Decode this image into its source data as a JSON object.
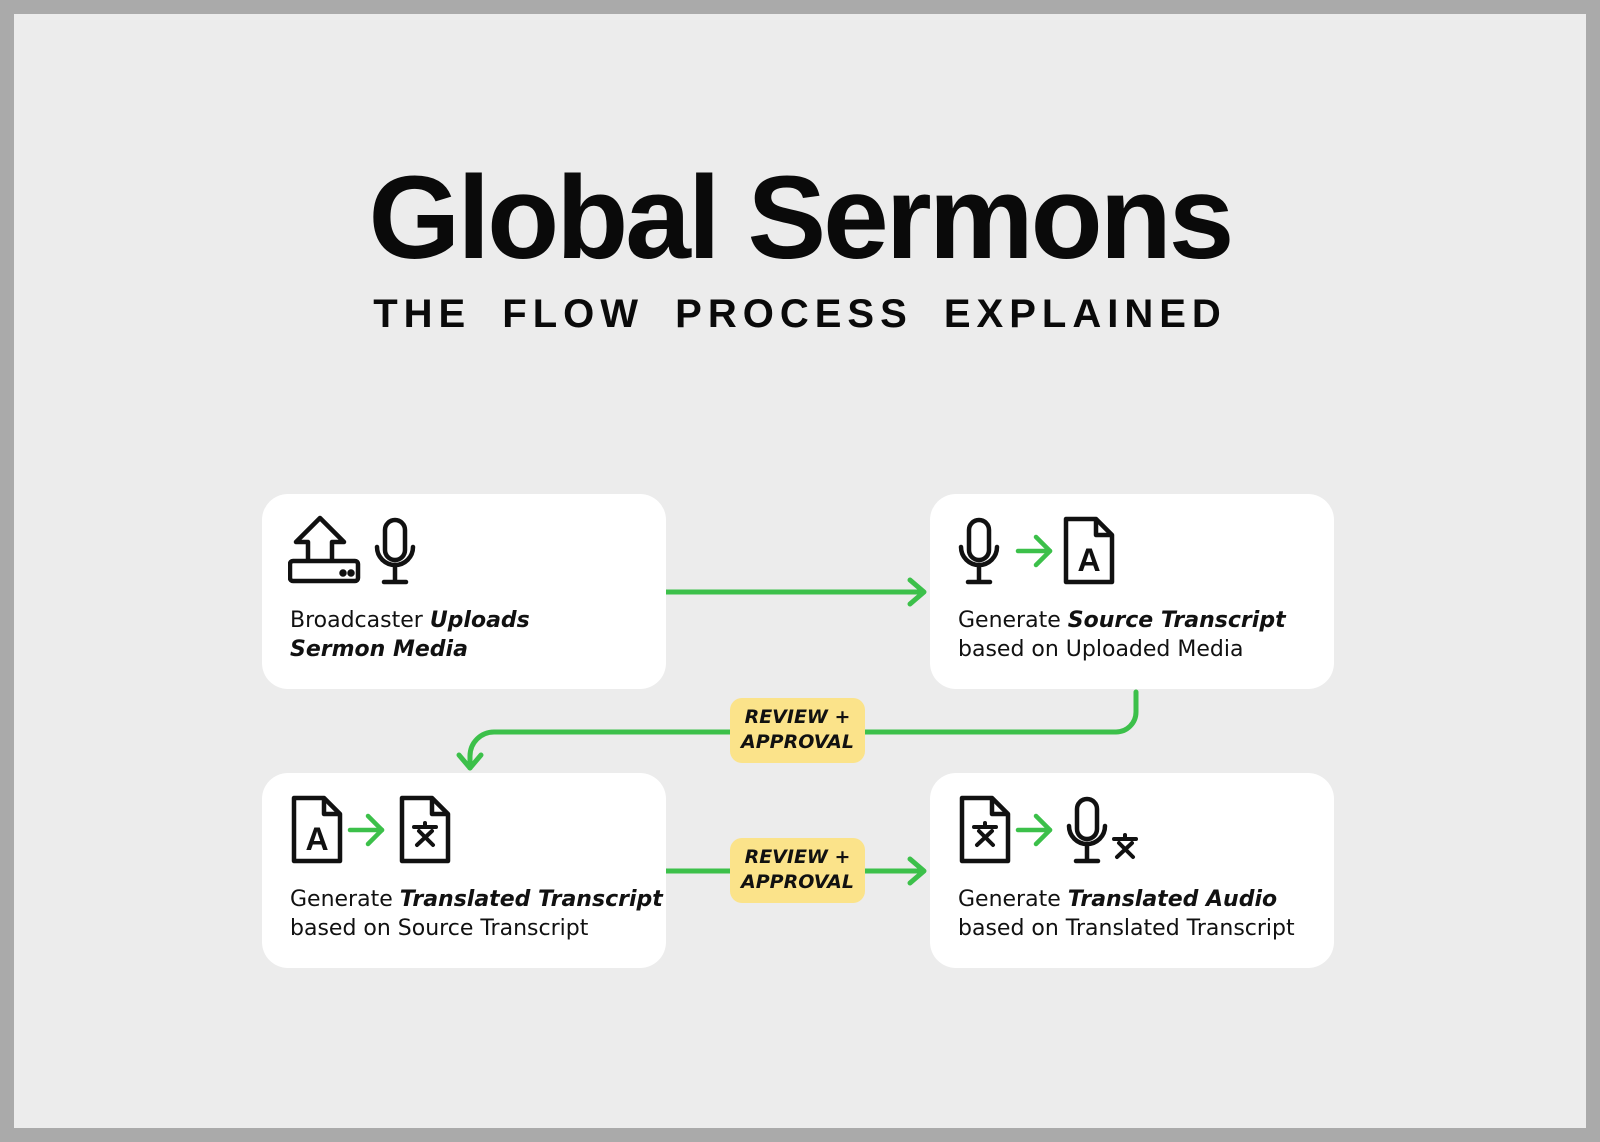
{
  "title": "Global Sermons",
  "subtitle": "THE FLOW PROCESS EXPLAINED",
  "colors": {
    "arrow": "#3cc04a",
    "badge": "#fbe38a",
    "card": "#ffffff",
    "background": "#ececec"
  },
  "steps": [
    {
      "icons": [
        "upload-icon",
        "microphone-icon"
      ],
      "plain1": "Broadcaster ",
      "bold1": "Uploads",
      "bold2": "Sermon Media",
      "plain2": ""
    },
    {
      "icons": [
        "microphone-icon",
        "arrow-icon",
        "document-a-icon"
      ],
      "plain1": "Generate ",
      "bold1": "Source Transcript",
      "bold2": "",
      "plain2": "based on Uploaded Media"
    },
    {
      "icons": [
        "document-a-icon",
        "arrow-icon",
        "document-translate-icon"
      ],
      "plain1": "Generate ",
      "bold1": "Translated Transcript",
      "bold2": "",
      "plain2": "based on Source Transcript"
    },
    {
      "icons": [
        "document-translate-icon",
        "arrow-icon",
        "microphone-translate-icon"
      ],
      "plain1": "Generate ",
      "bold1": "Translated Audio",
      "bold2": "",
      "plain2": "based on Translated Transcript"
    }
  ],
  "badges": [
    {
      "line1": "REVIEW +",
      "line2": "APPROVAL"
    },
    {
      "line1": "REVIEW +",
      "line2": "APPROVAL"
    }
  ]
}
